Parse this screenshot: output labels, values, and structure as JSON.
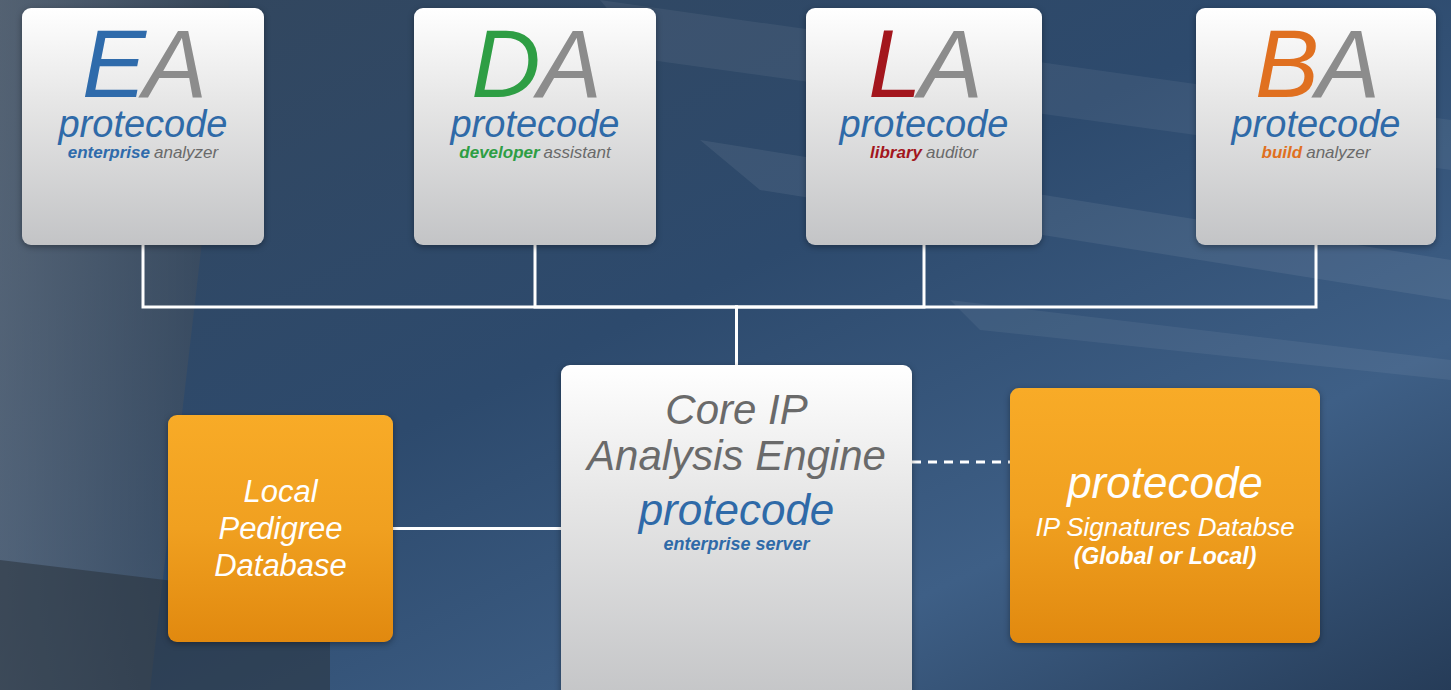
{
  "diagram": {
    "nodes": [
      {
        "text": [
          "EA",
          "protecode",
          "enterprise",
          "analyzer"
        ]
      },
      {
        "text": [
          "DA",
          "protecode",
          "developer",
          "assistant"
        ]
      },
      {
        "text": [
          "LA",
          "protecode",
          "library",
          "auditor"
        ]
      },
      {
        "text": [
          "BA",
          "protecode",
          "build",
          "analyzer"
        ]
      },
      {
        "text": [
          "Local Pedigree Database"
        ]
      },
      {
        "text": [
          "Core IP Analysis Engine",
          "protecode",
          "enterprise server"
        ]
      },
      {
        "text": [
          "protecode",
          "IP Signatures Databse",
          "(Global or Local)"
        ]
      }
    ],
    "edges": [
      {
        "from": 0,
        "to": 5,
        "arrow": "none"
      },
      {
        "from": 1,
        "to": 5,
        "arrow": "none"
      },
      {
        "from": 2,
        "to": 5,
        "arrow": "none"
      },
      {
        "from": 3,
        "to": 5,
        "arrow": "none"
      },
      {
        "from": 4,
        "to": 5,
        "arrow": "none"
      },
      {
        "from": 5,
        "to": 6,
        "arrow": "none"
      }
    ]
  }
}
